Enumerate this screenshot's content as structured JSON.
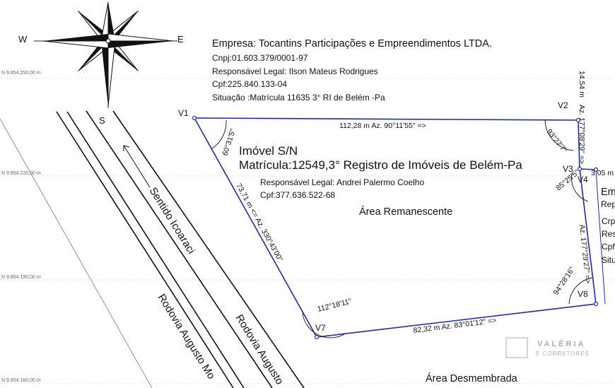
{
  "compass": {
    "west": "W",
    "east": "E",
    "south": "S"
  },
  "northings": [
    "N 9.854.250,00 m",
    "N 9.854.220,00 m",
    "N 9.854.190,00 m",
    "N 9.854.160,00 m"
  ],
  "company": {
    "title": "Empresa: Tocantins Participações e Empreendimentos LTDA.",
    "cnpj": "Cnpj:01.603.379/0001-97",
    "responsavel": "Responsável Legal: Ilson Mateus Rodrigues",
    "cpf": "Cpf:225.840.133-04",
    "situacao": "Situação :Matrícula 11635 3° RI de Belém -Pa"
  },
  "imovel": {
    "title": "Imóvel S/N",
    "matricula": "Matrícula:12549,3° Registro de Imóveis de Belém-Pa",
    "responsavel": "Responsável Legal: Andrei Palermo Coelho",
    "cpf": "Cpf:377.636.522-68"
  },
  "areas": {
    "remanescente": "Área Remanescente",
    "desmembrada": "Área Desmembrada"
  },
  "vertices": {
    "v1": "V1",
    "v2": "V2",
    "v3": "V3",
    "v4": "V4",
    "v7": "V7",
    "v8": "V8"
  },
  "segments": {
    "top": "112,28 m   Az. 90°11'55\" =>",
    "left": "73,71 m   <= Az. 330°43'00\"",
    "bottom": "82,32 m   Az. 83°01'12\" =>",
    "right_top_len": "14,54 m",
    "right_top_az": "Az. 177°08'29\" =>",
    "v3v4": "3,05 m",
    "right_low_az": "Az. 177°29'27\" =>"
  },
  "angles": {
    "v1": "60°31'5\"",
    "v2": "93°27'7\"",
    "v4": "85°25'5\"",
    "v8": "94°28'16\"",
    "v7": "112°18'11\""
  },
  "roads": {
    "direction": "Sentido Icoaraci",
    "rodovia1": "Rodovia Augusto Mo",
    "rodovia2": "Rodovia Augusto"
  },
  "neighbor_partial": [
    "Em",
    "Rep",
    "Crp",
    "Res",
    "Cpf",
    "Situ"
  ],
  "watermark": {
    "line1": "VALÉRIA",
    "line2": "E CORRETORES"
  }
}
